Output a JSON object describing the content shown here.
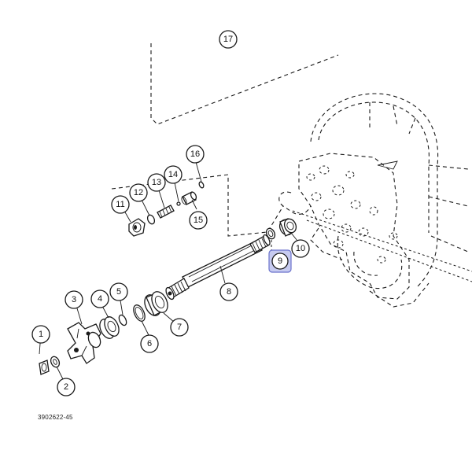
{
  "figure": {
    "reference_code": "3902622-45",
    "highlighted_callout": "9",
    "highlight_color": "#c7cbf0",
    "callouts": [
      {
        "id": "c17",
        "label": "17"
      },
      {
        "id": "c16",
        "label": "16"
      },
      {
        "id": "c14",
        "label": "14"
      },
      {
        "id": "c13",
        "label": "13"
      },
      {
        "id": "c12",
        "label": "12"
      },
      {
        "id": "c11",
        "label": "11"
      },
      {
        "id": "c15",
        "label": "15"
      },
      {
        "id": "c9",
        "label": "9"
      },
      {
        "id": "c10",
        "label": "10"
      },
      {
        "id": "c8",
        "label": "8"
      },
      {
        "id": "c3",
        "label": "3"
      },
      {
        "id": "c4",
        "label": "4"
      },
      {
        "id": "c5",
        "label": "5"
      },
      {
        "id": "c7",
        "label": "7"
      },
      {
        "id": "c6",
        "label": "6"
      },
      {
        "id": "c2",
        "label": "2"
      },
      {
        "id": "c1",
        "label": "1"
      }
    ]
  }
}
